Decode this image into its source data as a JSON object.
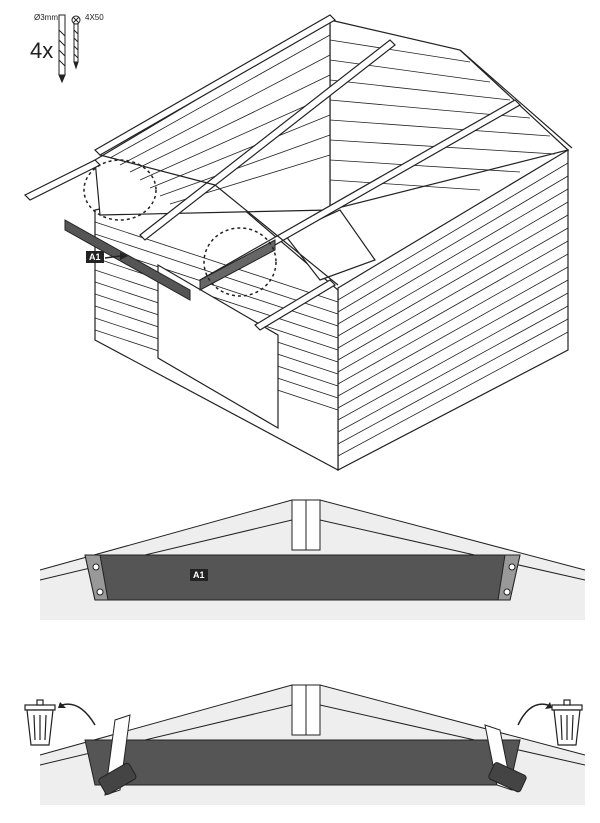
{
  "hardware": {
    "drill_label": "Ø3mm",
    "screw_label": "4X50",
    "quantity": "4x"
  },
  "parts": {
    "main_tag": "A1",
    "detail_tag": "A1"
  },
  "colors": {
    "line": "#222222",
    "part_fill": "#555555",
    "ground": "#eeeeee"
  }
}
